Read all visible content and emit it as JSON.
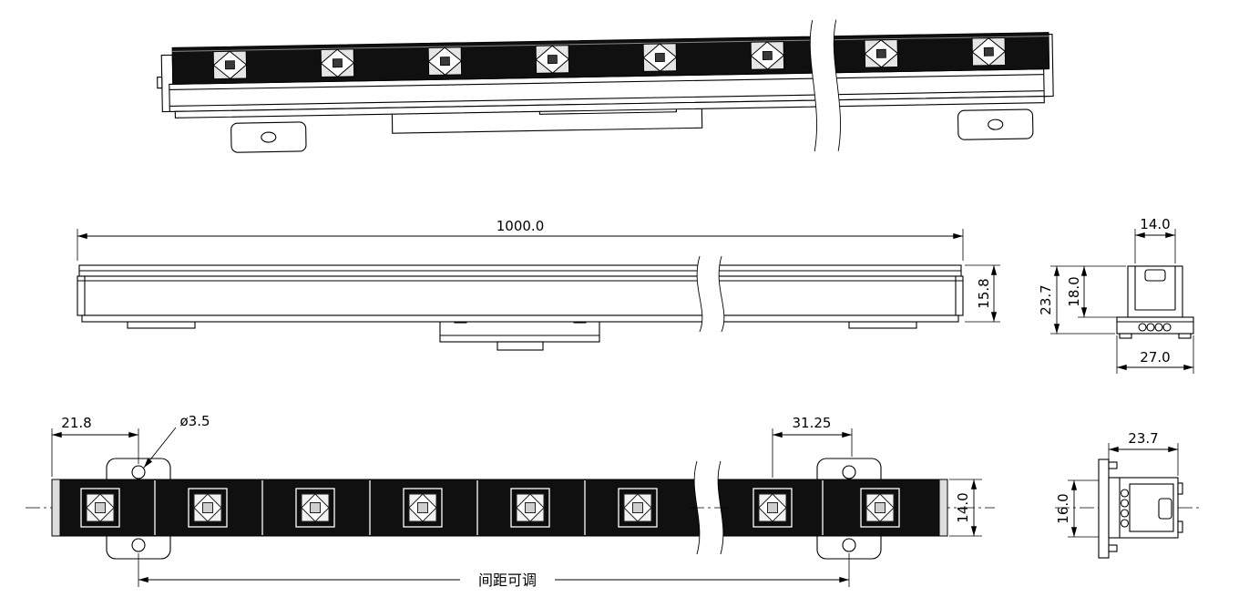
{
  "drawing": {
    "front_view": {
      "length": "1000.0",
      "height": "15.8"
    },
    "end_section_upper": {
      "inner_width": "14.0",
      "overall_height": "23.7",
      "body_height": "18.0",
      "base_width": "27.0"
    },
    "bottom_view": {
      "end_to_hole": "21.8",
      "hole_diameter": "ø3.5",
      "hole_to_bracket": "31.25",
      "body_width": "14.0",
      "spacing_note": "间距可调"
    },
    "end_section_lower": {
      "overall_width": "23.7",
      "face_height": "16.0"
    }
  }
}
